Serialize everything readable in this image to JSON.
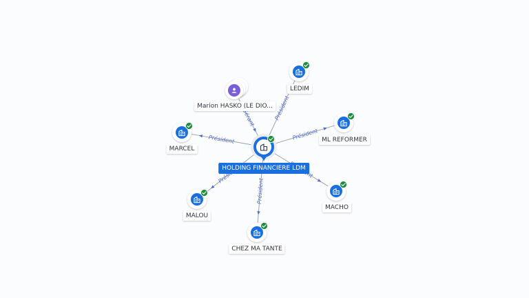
{
  "colors": {
    "accent": "#1a6fe0",
    "check": "#1e8e3e",
    "person": "#7b5fd6",
    "edge_label": "#4f6bd0"
  },
  "center": {
    "label": "HOLDING FINANCIERE LDM",
    "icon": "building-icon"
  },
  "nodes": [
    {
      "id": "ledim",
      "label": "LEDIM",
      "type": "company",
      "relation": "Président",
      "direction": "out"
    },
    {
      "id": "ml-reformer",
      "label": "ML REFORMER",
      "type": "company",
      "relation": "Président",
      "direction": "out"
    },
    {
      "id": "macho",
      "label": "MACHO",
      "type": "company",
      "relation": "Président",
      "direction": "out"
    },
    {
      "id": "chez-ma-tante",
      "label": "CHEZ MA TANTE",
      "type": "company",
      "relation": "Président",
      "direction": "out"
    },
    {
      "id": "malou",
      "label": "MALOU",
      "type": "company",
      "relation": "Président",
      "direction": "out"
    },
    {
      "id": "marcel",
      "label": "MARCEL",
      "type": "company",
      "relation": "Président",
      "direction": "out"
    },
    {
      "id": "marion-hasko",
      "label": "Marion HASKO (LE DIO...",
      "type": "person",
      "relation": "Gérant",
      "direction": "in"
    }
  ]
}
